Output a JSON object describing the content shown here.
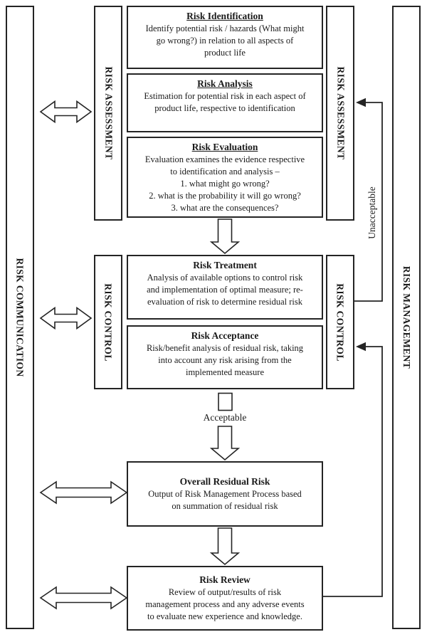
{
  "side_bars": {
    "risk_communication": "RISK COMMUNICATION",
    "risk_management": "RISK MANAGEMENT"
  },
  "group_bars": {
    "assessment_left": "RISK ASSESSMENT",
    "assessment_right": "RISK ASSESSMENT",
    "control_left": "RISK CONTROL",
    "control_right": "RISK CONTROL"
  },
  "boxes": {
    "identification": {
      "title": "Risk Identification",
      "body": "Identify potential risk / hazards (What might\ngo wrong?) in relation to all aspects of\nproduct life"
    },
    "analysis": {
      "title": "Risk Analysis",
      "body": "Estimation for potential risk in each aspect of\nproduct life, respective to identification"
    },
    "evaluation": {
      "title": "Risk Evaluation",
      "body": "Evaluation examines the evidence respective\nto identification and analysis –\n1. what might go wrong?\n2. what is the probability it will go wrong?\n3. what are the consequences?"
    },
    "treatment": {
      "title": "Risk Treatment",
      "body": "Analysis of available options to control risk\nand implementation of optimal measure; re-\nevaluation of risk to determine residual risk"
    },
    "acceptance": {
      "title": "Risk Acceptance",
      "body": "Risk/benefit analysis of residual risk, taking\ninto account any risk arising from the\nimplemented measure"
    },
    "overall_residual": {
      "title": "Overall Residual Risk",
      "body": "Output of Risk Management Process based\non summation of residual risk"
    },
    "review": {
      "title": "Risk Review",
      "body": "Review of output/results of risk\nmanagement process and any adverse events\nto evaluate new experience and knowledge."
    }
  },
  "flow_labels": {
    "acceptable": "Acceptable",
    "unacceptable": "Unacceptable"
  },
  "colors": {
    "line": "#242424",
    "background": "#ffffff"
  }
}
